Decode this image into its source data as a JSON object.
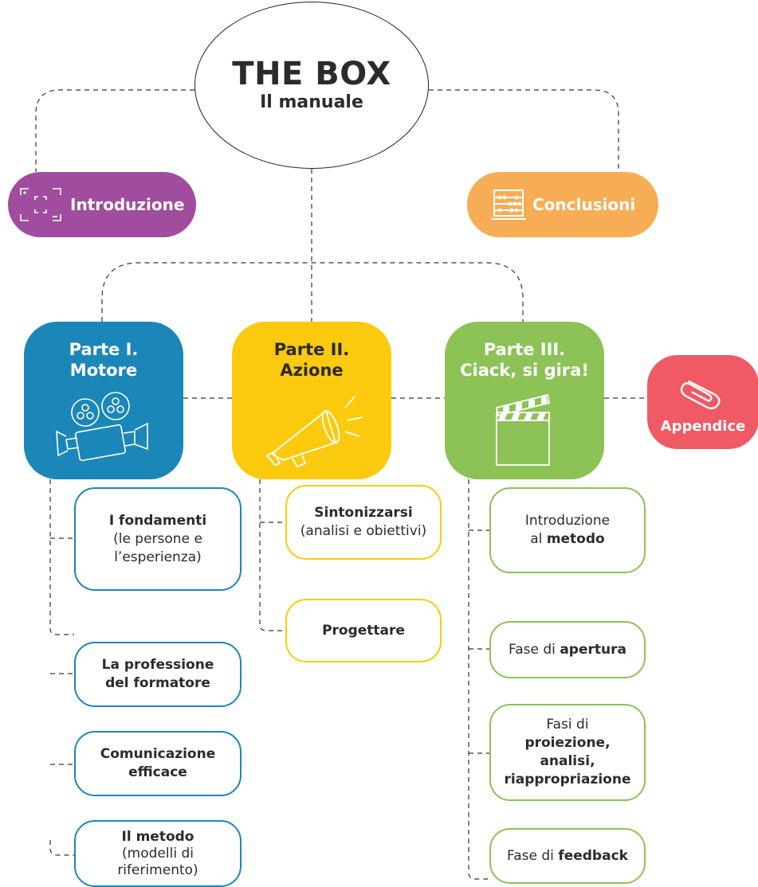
{
  "root": {
    "title": "THE BOX",
    "subtitle": "Il manuale"
  },
  "introduzione": {
    "label": "Introduzione",
    "icon": "camera-frame-icon",
    "color": "#a04d9f"
  },
  "conclusioni": {
    "label": "Conclusioni",
    "icon": "abacus-icon",
    "color": "#f6ad55"
  },
  "parts": [
    {
      "line1": "Parte I.",
      "line2": "Motore",
      "icon": "film-projector-icon",
      "color": "#1a87b8"
    },
    {
      "line1": "Parte II.",
      "line2": "Azione",
      "icon": "megaphone-icon",
      "color": "#fbca0f"
    },
    {
      "line1": "Parte III.",
      "line2": "Ciack, si gira!",
      "icon": "clapperboard-icon",
      "color": "#8cc256"
    }
  ],
  "appendice": {
    "label": "Appendice",
    "icon": "paperclip-icon",
    "color": "#ef5a65"
  },
  "parte1_items": [
    {
      "bold": "I fondamenti",
      "rest1": "(le persone e",
      "rest2": "l’esperienza)"
    },
    {
      "bold1": "La professione",
      "bold2": "del formatore"
    },
    {
      "bold1": "Comunicazione",
      "bold2": "efficace"
    },
    {
      "bold": "Il metodo",
      "rest1": "(modelli di",
      "rest2": "riferimento)"
    }
  ],
  "parte2_items": [
    {
      "bold": "Sintonizzarsi",
      "rest": "(analisi e obiettivi)"
    },
    {
      "bold": "Progettare"
    }
  ],
  "parte3_items": [
    {
      "line1": "Introduzione",
      "pre": "al ",
      "bold": "metodo"
    },
    {
      "pre": "Fase di ",
      "bold": "apertura"
    },
    {
      "line1": "Fasi di",
      "b1": "proiezione,",
      "b2": "analisi,",
      "b3": "riappropriazione"
    },
    {
      "pre": "Fase di ",
      "bold": "feedback"
    }
  ]
}
